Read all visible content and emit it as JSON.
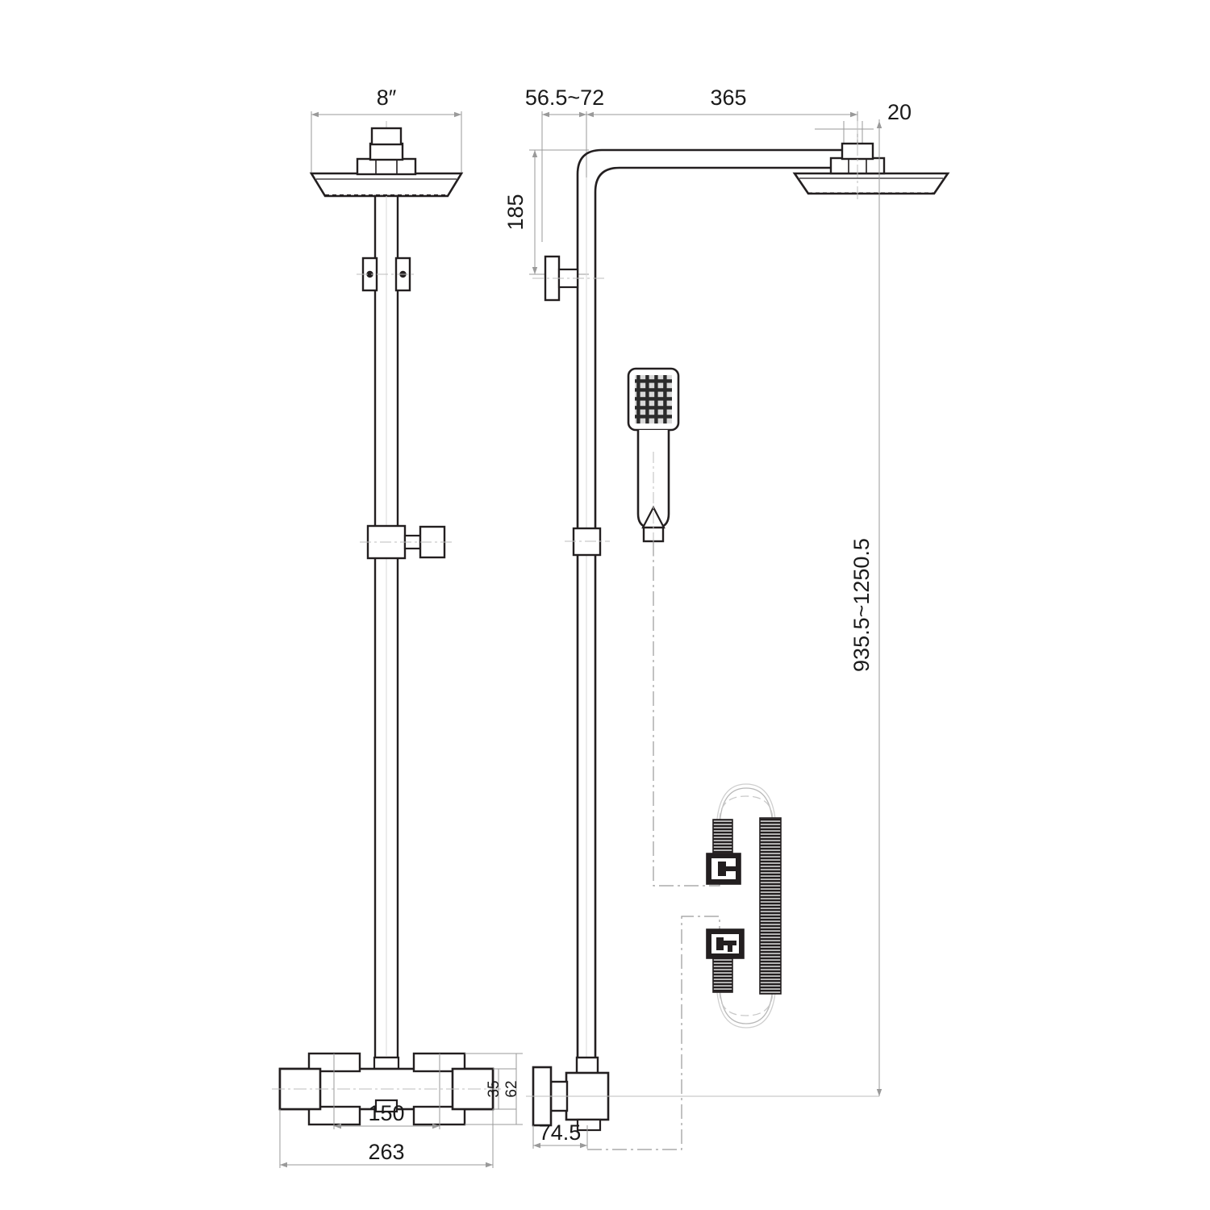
{
  "drawing": {
    "title": "Thermostatic shower column technical drawing",
    "units": "mm",
    "line_color": "#231f20",
    "thin_color": "#9a9a9a",
    "fill_color": "#ffffff",
    "hose_color": "#231f20"
  },
  "dimensions": {
    "head_width": "8″",
    "wall_offset": "56.5~72",
    "arm_reach": "365",
    "arm_thickness": "20",
    "arm_drop": "185",
    "total_height": "935.5~1250.5",
    "valve_spread": "150",
    "valve_width": "263",
    "valve_body_depth": "35",
    "valve_overall_depth": "62",
    "valve_side_depth": "74.5"
  },
  "parts": {
    "overhead_shower": "square-rain-shower-head",
    "shower_arm": "wall-mounted-curved-shower-arm",
    "riser_rail": "vertical-riser-rail",
    "rail_clamp": "riser-rail-clamp",
    "slider_bracket": "sliding-handset-bracket",
    "wall_bracket": "wall-fixing-bracket",
    "handset": "square-handheld-shower",
    "hose": "coiled-shower-hose",
    "hose_fitting_top": "hose-connector-upper",
    "hose_fitting_bottom": "hose-connector-lower",
    "valve_body": "thermostatic-bar-valve",
    "valve_handle_left": "temperature-control-handle",
    "valve_handle_right": "flow-diverter-handle"
  },
  "views": {
    "front": "front-elevation",
    "side": "side-elevation",
    "detail": "handset-and-hose-detail"
  }
}
